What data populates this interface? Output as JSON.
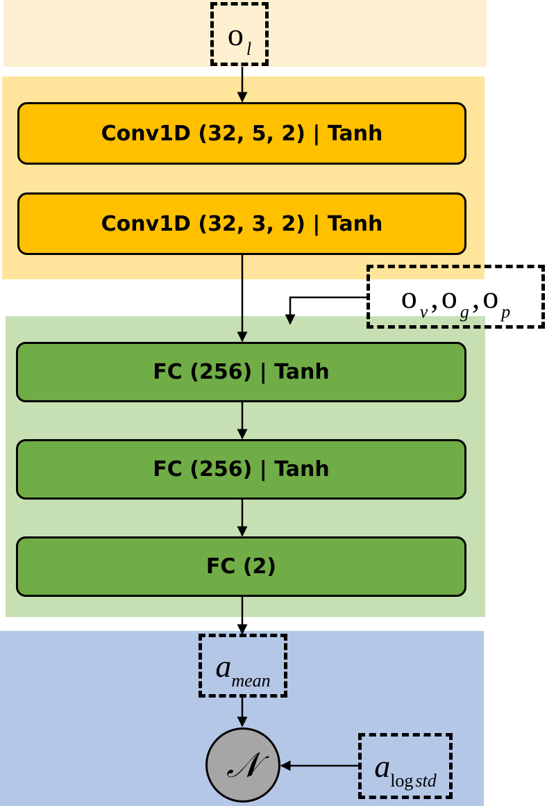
{
  "input_obs": {
    "main": "o",
    "sub": "l"
  },
  "conv_layers": [
    {
      "label": "Conv1D (32, 5, 2) | Tanh"
    },
    {
      "label": "Conv1D (32, 3, 2) | Tanh"
    }
  ],
  "extra_obs": {
    "items": [
      {
        "main": "o",
        "sub": "v"
      },
      {
        "main": "o",
        "sub": "g"
      },
      {
        "main": "o",
        "sub": "p"
      }
    ],
    "separator": ","
  },
  "fc_layers": [
    {
      "label": "FC (256) | Tanh"
    },
    {
      "label": "FC (256) | Tanh"
    },
    {
      "label": "FC (2)"
    }
  ],
  "action_mean": {
    "main": "a",
    "sub": "mean"
  },
  "distribution": {
    "symbol": "𝒩"
  },
  "action_logstd": {
    "main": "a",
    "sub_upright": "log",
    "sub_italic": "std"
  },
  "colors": {
    "input_band": "#fdf0d0",
    "conv_band": "#ffe59b",
    "conv_layer": "#ffc000",
    "fc_band": "#c6e0b4",
    "fc_layer": "#70ad47",
    "output_band": "#b4c7e7",
    "distribution_node": "#a6a6a6"
  }
}
